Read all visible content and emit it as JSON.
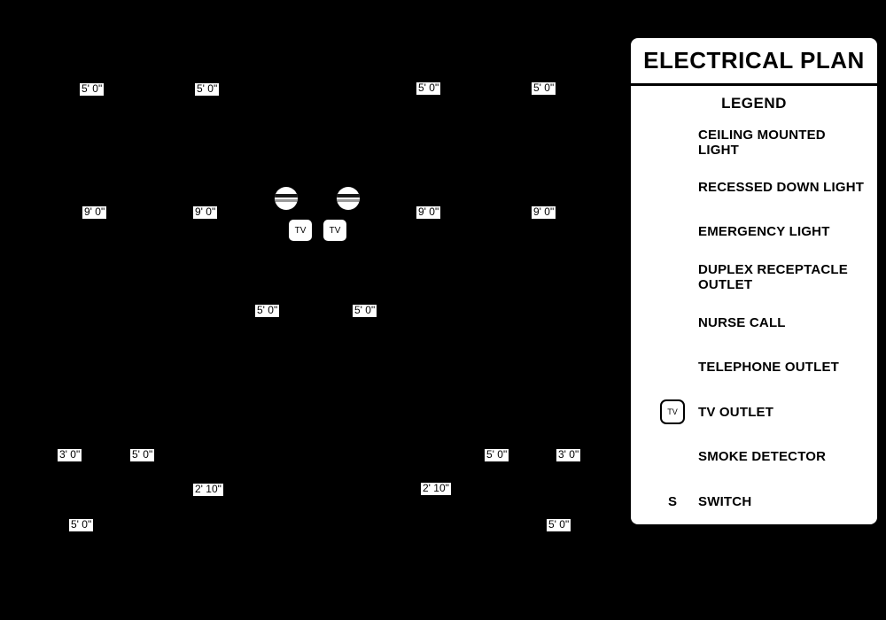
{
  "title": "ELECTRICAL PLAN",
  "legend": {
    "heading": "LEGEND",
    "items": [
      {
        "symbol": "ceiling-mounted-light-icon",
        "label": "CEILING MOUNTED LIGHT"
      },
      {
        "symbol": "recessed-down-light-icon",
        "label": "RECESSED DOWN LIGHT"
      },
      {
        "symbol": "emergency-light-icon",
        "label": "EMERGENCY LIGHT"
      },
      {
        "symbol": "duplex-receptacle-outlet-icon",
        "label": "DUPLEX RECEPTACLE OUTLET"
      },
      {
        "symbol": "nurse-call-icon",
        "label": "NURSE CALL"
      },
      {
        "symbol": "telephone-outlet-icon",
        "label": "TELEPHONE OUTLET"
      },
      {
        "symbol": "tv-outlet-icon",
        "label": "TV OUTLET",
        "symbol_text": "TV"
      },
      {
        "symbol": "smoke-detector-icon",
        "label": "SMOKE DETECTOR"
      },
      {
        "symbol": "switch-icon",
        "label": "SWITCH",
        "symbol_text": "S"
      }
    ]
  },
  "plan": {
    "tv_outlet_symbol_text": "TV",
    "dimension_labels": [
      {
        "text": "5' 0\""
      },
      {
        "text": "5' 0\""
      },
      {
        "text": "5' 0\""
      },
      {
        "text": "5' 0\""
      },
      {
        "text": "9' 0\""
      },
      {
        "text": "9' 0\""
      },
      {
        "text": "9' 0\""
      },
      {
        "text": "9' 0\""
      },
      {
        "text": "5' 0\""
      },
      {
        "text": "5' 0\""
      },
      {
        "text": "3' 0\""
      },
      {
        "text": "5' 0\""
      },
      {
        "text": "5' 0\""
      },
      {
        "text": "3' 0\""
      },
      {
        "text": "2' 10\""
      },
      {
        "text": "2' 10\""
      },
      {
        "text": "5' 0\""
      },
      {
        "text": "5' 0\""
      }
    ]
  },
  "colors": {
    "background": "#000000",
    "panel": "#ffffff",
    "text": "#000000"
  }
}
